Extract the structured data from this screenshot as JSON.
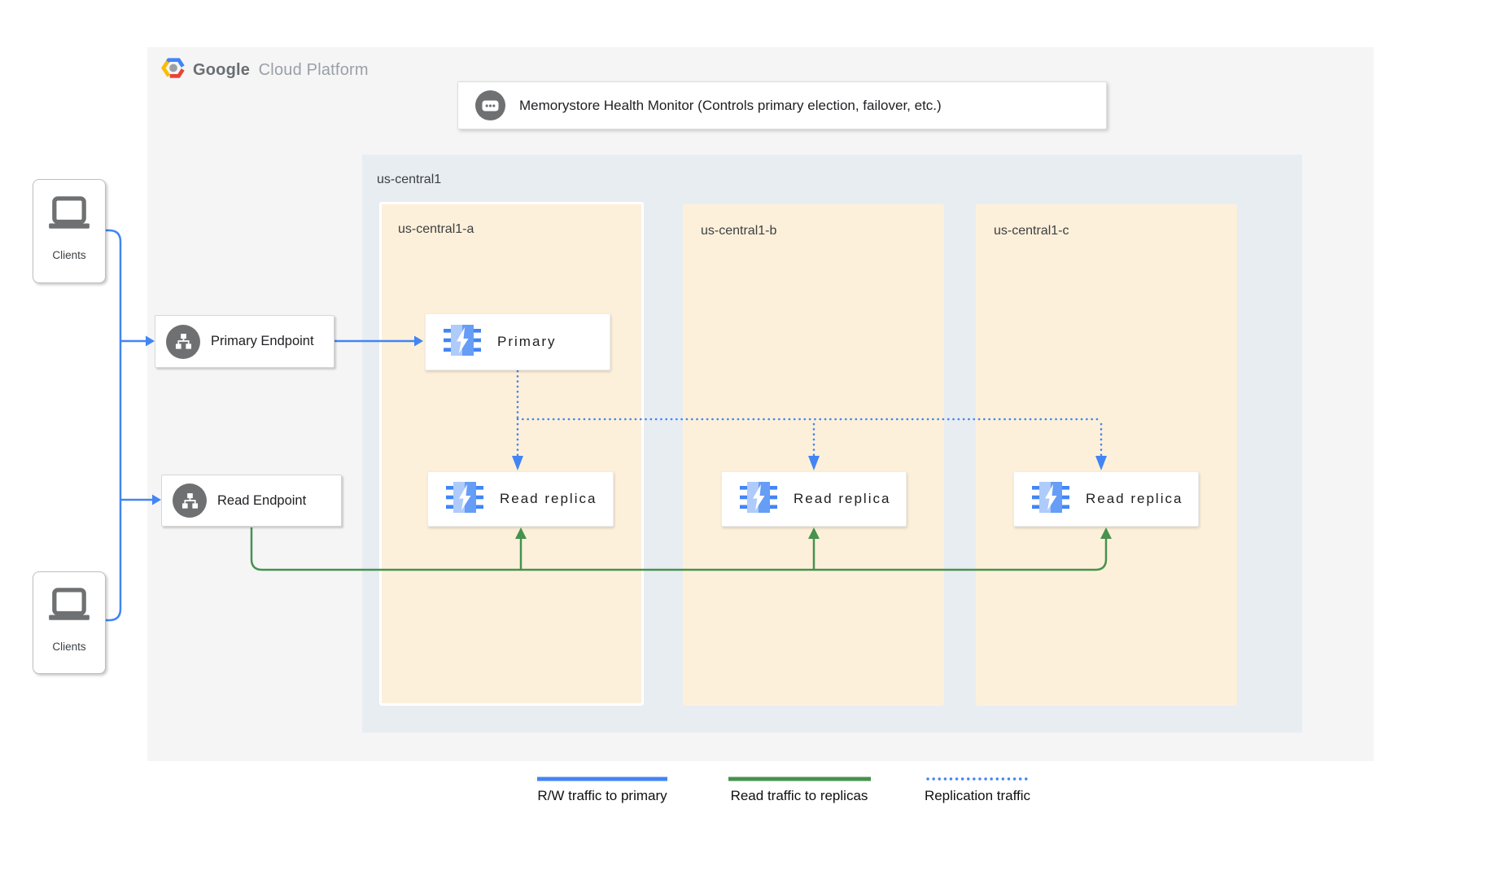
{
  "brand": {
    "name_bold": "Google",
    "name_light": "Cloud Platform"
  },
  "health_monitor": {
    "label": "Memorystore Health Monitor (Controls primary election, failover, etc.)",
    "icon": "console-dots-icon"
  },
  "clients_top": {
    "label": "Clients",
    "icon": "laptop-icon"
  },
  "clients_bottom": {
    "label": "Clients",
    "icon": "laptop-icon"
  },
  "endpoints": {
    "primary": {
      "label": "Primary Endpoint",
      "icon": "network-sitemap-icon"
    },
    "read": {
      "label": "Read Endpoint",
      "icon": "network-sitemap-icon"
    }
  },
  "region": {
    "label": "us-central1",
    "zones": [
      {
        "label": "us-central1-a"
      },
      {
        "label": "us-central1-b"
      },
      {
        "label": "us-central1-c"
      }
    ]
  },
  "nodes": {
    "primary": {
      "label": "Primary",
      "icon": "memorystore-icon"
    },
    "replica_a": {
      "label": "Read replica",
      "icon": "memorystore-icon"
    },
    "replica_b": {
      "label": "Read replica",
      "icon": "memorystore-icon"
    },
    "replica_c": {
      "label": "Read replica",
      "icon": "memorystore-icon"
    }
  },
  "legend": {
    "rw": {
      "label": "R/W traffic to primary",
      "style": "solid",
      "color": "#4285f4"
    },
    "read": {
      "label": "Read traffic to replicas",
      "style": "solid",
      "color": "#46924f"
    },
    "replication": {
      "label": "Replication traffic",
      "style": "dotted",
      "color": "#4285f4"
    }
  },
  "colors": {
    "blue": "#4285f4",
    "green": "#46924f",
    "zone_fill": "#fdf0da",
    "region_fill": "#e8edf2",
    "panel_fill": "#f5f5f6",
    "icon_gray": "#6e7072",
    "ms_light": "#aecbfa",
    "ms_mid": "#669df6",
    "logo_yellow": "#fbbc05",
    "logo_red": "#ea4335"
  }
}
